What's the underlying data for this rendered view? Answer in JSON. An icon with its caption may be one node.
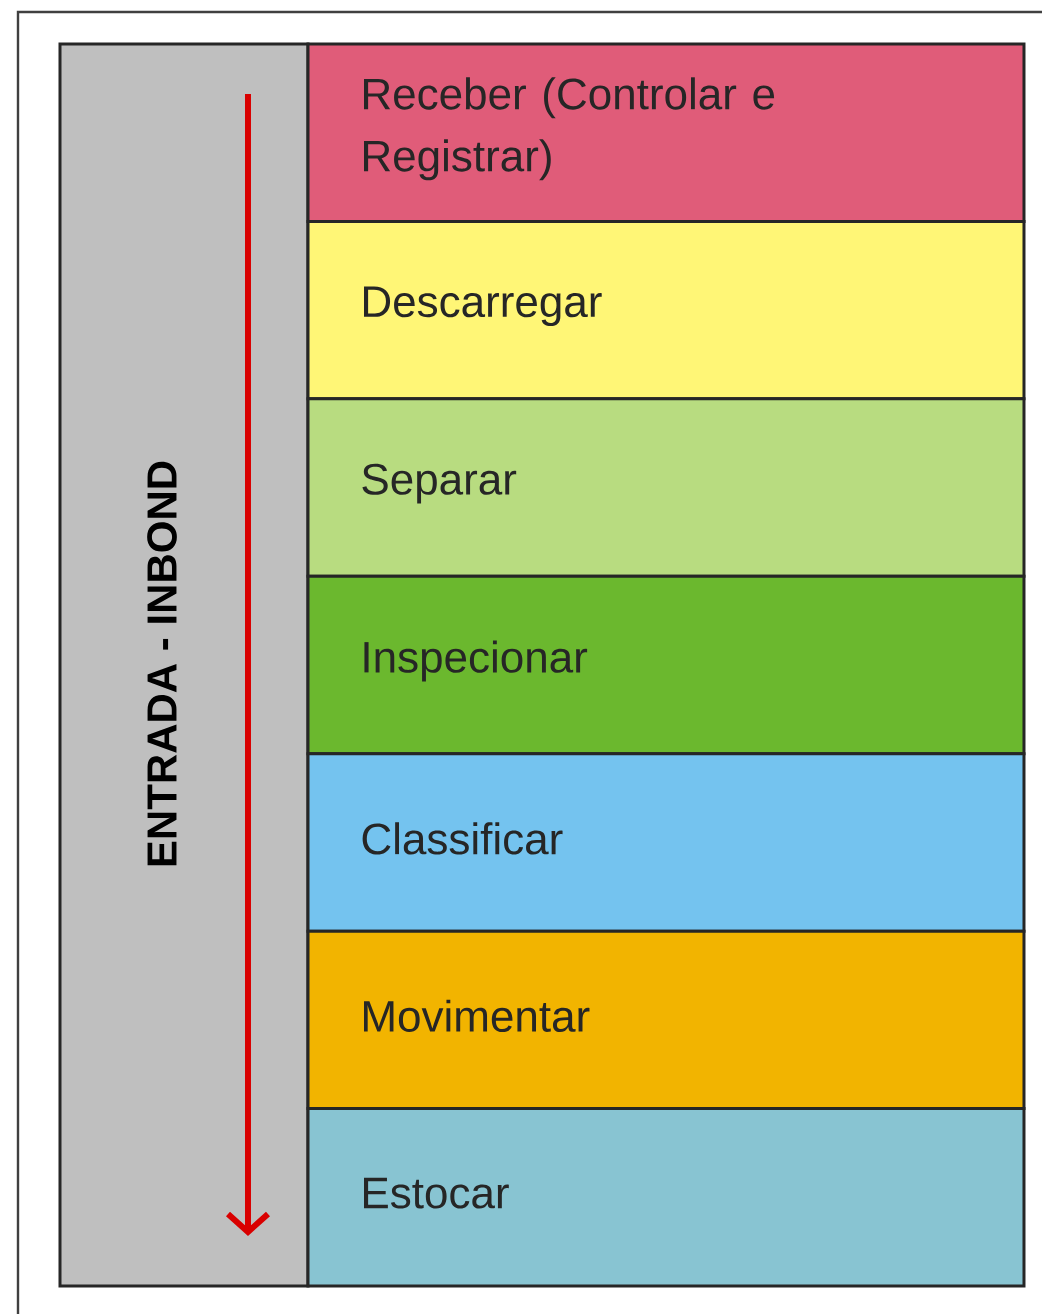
{
  "diagram": {
    "nodes": [
      {
        "text": [
          "ENTRADA - INBOND"
        ]
      },
      {
        "text": [
          "Receber (Controlar e Registrar)"
        ]
      },
      {
        "text": [
          "Descarregar"
        ]
      },
      {
        "text": [
          "Separar"
        ]
      },
      {
        "text": [
          "Inspecionar"
        ]
      },
      {
        "text": [
          "Classificar"
        ]
      },
      {
        "text": [
          "Movimentar"
        ]
      },
      {
        "text": [
          "Estocar"
        ]
      }
    ]
  }
}
